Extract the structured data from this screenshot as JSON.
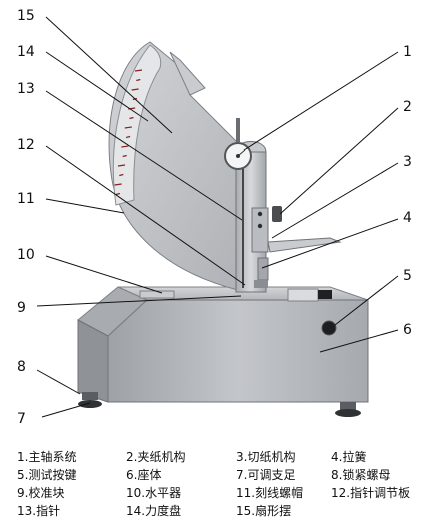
{
  "diagram": {
    "callouts": [
      {
        "id": "1",
        "label": "1"
      },
      {
        "id": "2",
        "label": "2"
      },
      {
        "id": "3",
        "label": "3"
      },
      {
        "id": "4",
        "label": "4"
      },
      {
        "id": "5",
        "label": "5"
      },
      {
        "id": "6",
        "label": "6"
      },
      {
        "id": "7",
        "label": "7"
      },
      {
        "id": "8",
        "label": "8"
      },
      {
        "id": "9",
        "label": "9"
      },
      {
        "id": "10",
        "label": "10"
      },
      {
        "id": "11",
        "label": "11"
      },
      {
        "id": "12",
        "label": "12"
      },
      {
        "id": "13",
        "label": "13"
      },
      {
        "id": "14",
        "label": "14"
      },
      {
        "id": "15",
        "label": "15"
      }
    ],
    "legend": [
      "1.主轴系统",
      "2.夹纸机构",
      "3.切纸机构",
      "4.拉簧",
      "5.测试按键",
      "6.座体",
      "7.可调支足",
      "8.锁紧螺母",
      "9.校准块",
      "10.水平器",
      "11.刻线螺帽",
      "12.指针调节板",
      "13.指针",
      "14.力度盘",
      "15.扇形摆"
    ],
    "colors": {
      "body": "#b9bcc0",
      "body_dark": "#8e9297",
      "pendulum": "#c4c7cb",
      "scale": "#e4e6e8",
      "scale_mark": "#8a1f1f",
      "outline": "#6f7378"
    }
  }
}
